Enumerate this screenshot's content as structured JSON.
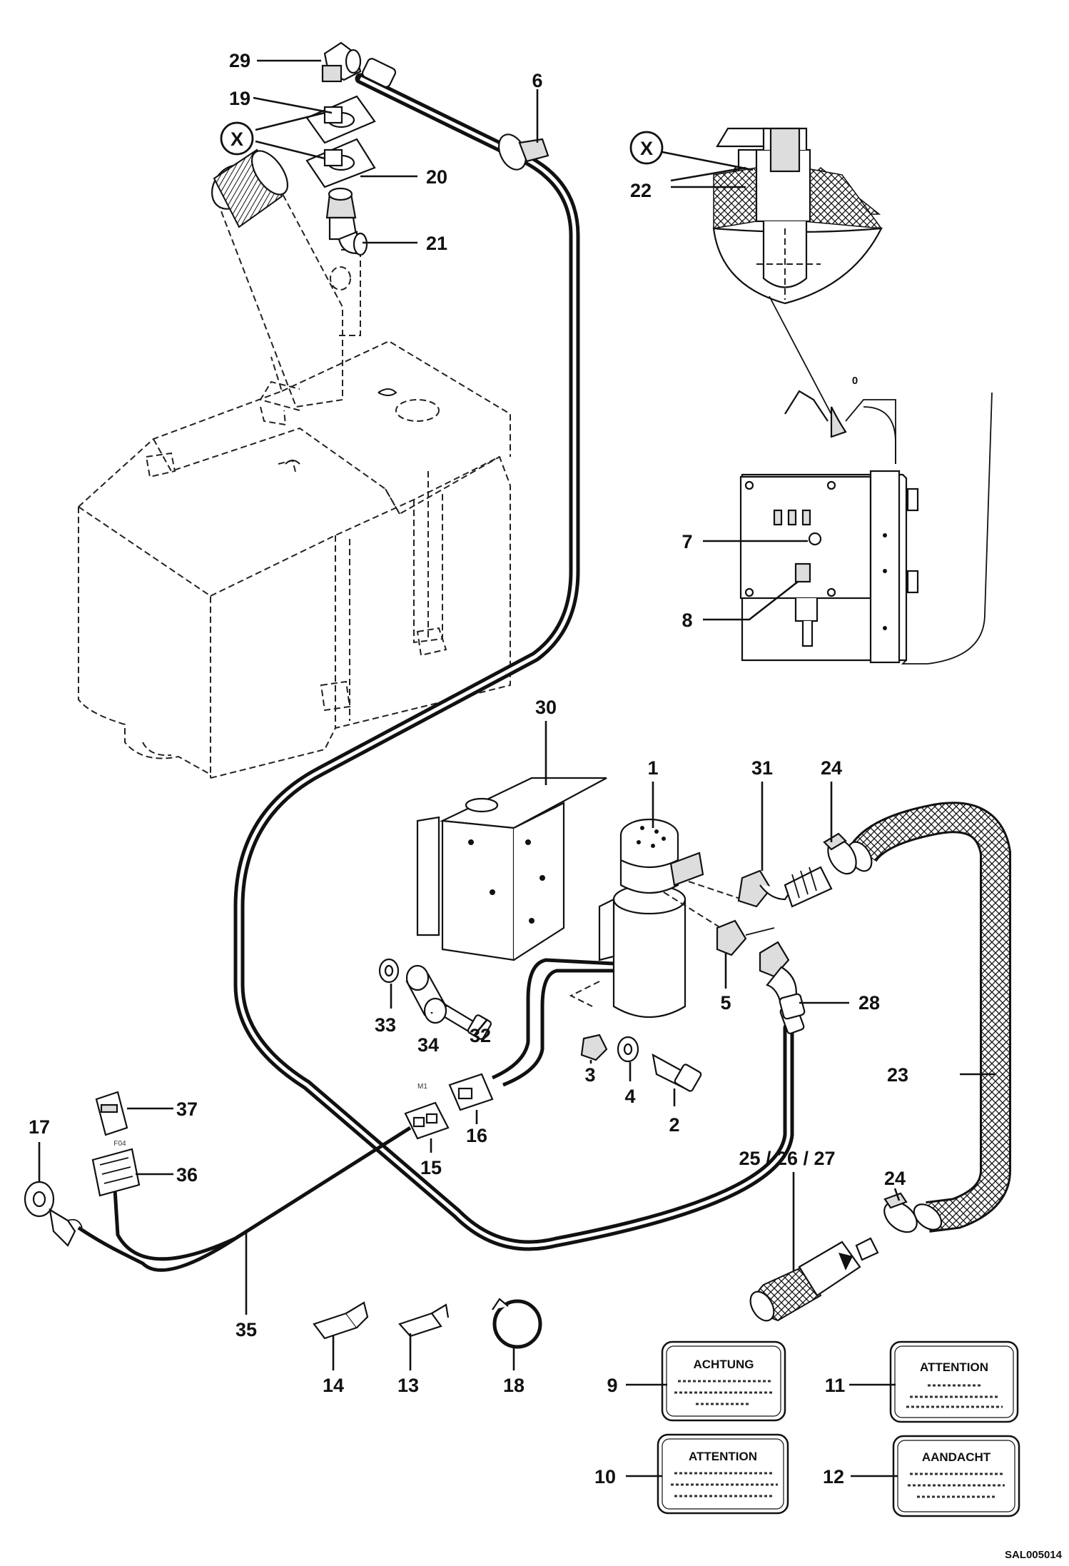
{
  "labels": {
    "l1": "1",
    "l2": "2",
    "l3": "3",
    "l4": "4",
    "l5": "5",
    "l6": "6",
    "l7": "7",
    "l8": "8",
    "l9": "9",
    "l10": "10",
    "l11": "11",
    "l12": "12",
    "l13": "13",
    "l14": "14",
    "l15": "15",
    "l16": "16",
    "l17": "17",
    "l18": "18",
    "l19": "19",
    "l20": "20",
    "l21": "21",
    "l22": "22",
    "l23": "23",
    "l24a": "24",
    "l24b": "24",
    "l2527": "25 / 26 / 27",
    "l28": "28",
    "l29": "29",
    "l30": "30",
    "l31": "31",
    "l32": "32",
    "l33": "33",
    "l34": "34",
    "l35": "35",
    "l36": "36",
    "l37": "37",
    "lx1": "X",
    "lx2": "X",
    "l0": "0"
  },
  "connector_marks": {
    "m1": "M1",
    "f04": "F04"
  },
  "decals": {
    "d9_title": "ACHTUNG",
    "d10_title": "ATTENTION",
    "d11_title": "ATTENTION",
    "d12_title": "AANDACHT"
  },
  "drawing_code": "SAL005014"
}
